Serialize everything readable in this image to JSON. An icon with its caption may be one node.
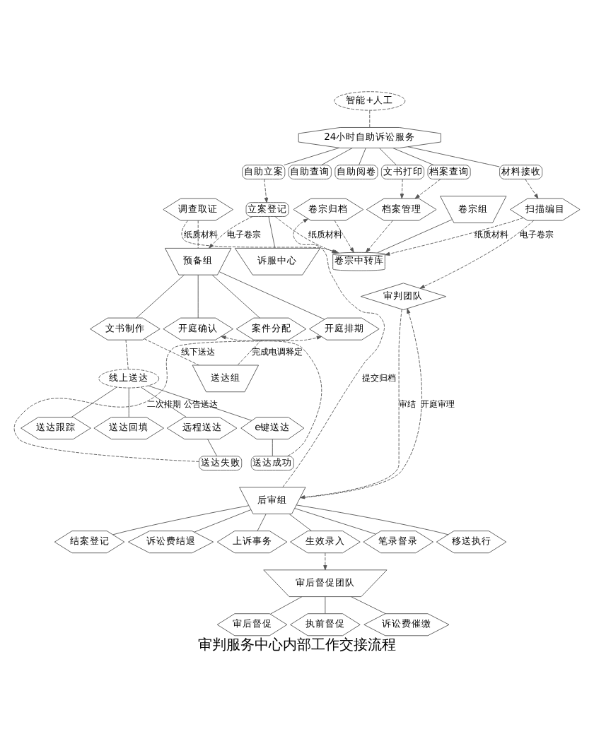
{
  "diagram": {
    "title": "审判服务中心内部工作交接流程",
    "nodes": [
      {
        "text": [
          "自助立案"
        ]
      },
      {
        "text": [
          "自助查询"
        ]
      },
      {
        "text": [
          "自助阅卷"
        ]
      },
      {
        "text": [
          "智能+人工"
        ]
      },
      {
        "text": [
          "24小时自助诉讼服务"
        ]
      },
      {
        "text": [
          "文书打印"
        ]
      },
      {
        "text": [
          "档案查询"
        ]
      },
      {
        "text": [
          "材料接收"
        ]
      },
      {
        "text": [
          "审判团队"
        ]
      },
      {
        "text": [
          "扫描编目"
        ]
      },
      {
        "text": [
          "档案管理"
        ]
      },
      {
        "text": [
          "卷宗归档"
        ]
      },
      {
        "text": [
          "卷宗组"
        ]
      },
      {
        "text": [
          "卷宗中转库"
        ]
      },
      {
        "text": [
          "立案登记"
        ]
      },
      {
        "text": [
          "诉服中心"
        ]
      },
      {
        "text": [
          "预备组"
        ]
      },
      {
        "text": [
          "调查取证"
        ]
      },
      {
        "text": [
          "案件分配"
        ]
      },
      {
        "text": [
          "开庭排期"
        ]
      },
      {
        "text": [
          "文书制作"
        ]
      },
      {
        "text": [
          "开庭确认"
        ]
      },
      {
        "text": [
          "线上送达"
        ]
      },
      {
        "text": [
          "e键送达"
        ]
      },
      {
        "text": [
          "送达跟踪"
        ]
      },
      {
        "text": [
          "送达回填"
        ]
      },
      {
        "text": [
          "远程送达"
        ]
      },
      {
        "text": [
          "送达成功"
        ]
      },
      {
        "text": [
          "送达失败"
        ]
      },
      {
        "text": [
          "送达组"
        ]
      },
      {
        "text": [
          "后审组"
        ]
      },
      {
        "text": [
          "结案登记"
        ]
      },
      {
        "text": [
          "诉讼费结退"
        ]
      },
      {
        "text": [
          "上诉事务"
        ]
      },
      {
        "text": [
          "生效录入"
        ]
      },
      {
        "text": [
          "笔录督录"
        ]
      },
      {
        "text": [
          "移送执行"
        ]
      },
      {
        "text": [
          "审后督促团队"
        ]
      },
      {
        "text": [
          "审后督促"
        ]
      },
      {
        "text": [
          "执前督促"
        ]
      },
      {
        "text": [
          "诉讼费催缴"
        ]
      }
    ],
    "edges": [
      {
        "from": 3,
        "to": 4,
        "arrow": "none",
        "style": "dashed"
      },
      {
        "from": 4,
        "to": 0,
        "arrow": "none"
      },
      {
        "from": 4,
        "to": 1,
        "arrow": "none"
      },
      {
        "from": 4,
        "to": 2,
        "arrow": "none"
      },
      {
        "from": 4,
        "to": 5,
        "arrow": "none"
      },
      {
        "from": 4,
        "to": 6,
        "arrow": "none"
      },
      {
        "from": 4,
        "to": 7,
        "arrow": "none"
      },
      {
        "from": 0,
        "to": 14,
        "arrow": "to",
        "style": "dashed"
      },
      {
        "from": 5,
        "to": 10,
        "arrow": "to",
        "style": "dashed"
      },
      {
        "from": 6,
        "to": 10,
        "arrow": "to",
        "style": "dashed"
      },
      {
        "from": 7,
        "to": 9,
        "arrow": "to",
        "style": "dashed"
      },
      {
        "from": 9,
        "to": 8,
        "arrow": "to",
        "style": "dashed",
        "label": "电子卷宗"
      },
      {
        "from": 9,
        "to": 13,
        "arrow": "to",
        "style": "dashed",
        "label": "纸质材料"
      },
      {
        "from": 10,
        "to": 13,
        "arrow": "to",
        "style": "dashed"
      },
      {
        "from": 11,
        "to": 13,
        "arrow": "to",
        "style": "dashed"
      },
      {
        "from": 12,
        "to": 13,
        "arrow": "none"
      },
      {
        "from": 14,
        "to": 13,
        "arrow": "to",
        "style": "dashed",
        "label": "纸质材料"
      },
      {
        "from": 14,
        "to": 15,
        "arrow": "none"
      },
      {
        "from": 14,
        "to": 16,
        "arrow": "to",
        "style": "dashed",
        "label": "电子卷宗"
      },
      {
        "from": 17,
        "to": 13,
        "arrow": "to",
        "style": "dashed",
        "label": "纸质材料"
      },
      {
        "from": 17,
        "to": 16,
        "arrow": "none",
        "style": "dashed"
      },
      {
        "from": 8,
        "to": 30,
        "arrow": "to",
        "style": "dashed",
        "label": "审结"
      },
      {
        "from": 30,
        "to": 8,
        "arrow": "to",
        "style": "dashed",
        "label": "开庭审理"
      },
      {
        "from": 30,
        "to": 11,
        "arrow": "to",
        "style": "dashed",
        "label": "提交归档"
      },
      {
        "from": 16,
        "to": 18,
        "arrow": "none"
      },
      {
        "from": 16,
        "to": 19,
        "arrow": "none"
      },
      {
        "from": 16,
        "to": 20,
        "arrow": "none"
      },
      {
        "from": 16,
        "to": 21,
        "arrow": "none"
      },
      {
        "from": 27,
        "to": 21,
        "arrow": "to",
        "style": "dashed"
      },
      {
        "from": 28,
        "to": 19,
        "arrow": "to",
        "style": "dashed",
        "label": "二次排期 公告送达"
      },
      {
        "from": 20,
        "to": 22,
        "arrow": "none",
        "style": "dashed"
      },
      {
        "from": 22,
        "to": 23,
        "arrow": "none"
      },
      {
        "from": 22,
        "to": 24,
        "arrow": "none"
      },
      {
        "from": 22,
        "to": 25,
        "arrow": "none"
      },
      {
        "from": 22,
        "to": 26,
        "arrow": "none"
      },
      {
        "from": 23,
        "to": 27,
        "arrow": "none"
      },
      {
        "from": 26,
        "to": 28,
        "arrow": "none"
      },
      {
        "from": 18,
        "to": 29,
        "arrow": "none",
        "style": "dashed",
        "label": "完成电调释定"
      },
      {
        "from": 20,
        "to": 29,
        "arrow": "none",
        "style": "dashed",
        "label": "线下送达"
      },
      {
        "from": 30,
        "to": 31,
        "arrow": "none"
      },
      {
        "from": 30,
        "to": 32,
        "arrow": "none"
      },
      {
        "from": 30,
        "to": 33,
        "arrow": "none"
      },
      {
        "from": 30,
        "to": 34,
        "arrow": "none"
      },
      {
        "from": 30,
        "to": 35,
        "arrow": "none"
      },
      {
        "from": 30,
        "to": 36,
        "arrow": "none"
      },
      {
        "from": 34,
        "to": 37,
        "arrow": "to",
        "style": "dashed"
      },
      {
        "from": 37,
        "to": 38,
        "arrow": "none"
      },
      {
        "from": 37,
        "to": 39,
        "arrow": "none"
      },
      {
        "from": 37,
        "to": 40,
        "arrow": "none"
      }
    ]
  }
}
